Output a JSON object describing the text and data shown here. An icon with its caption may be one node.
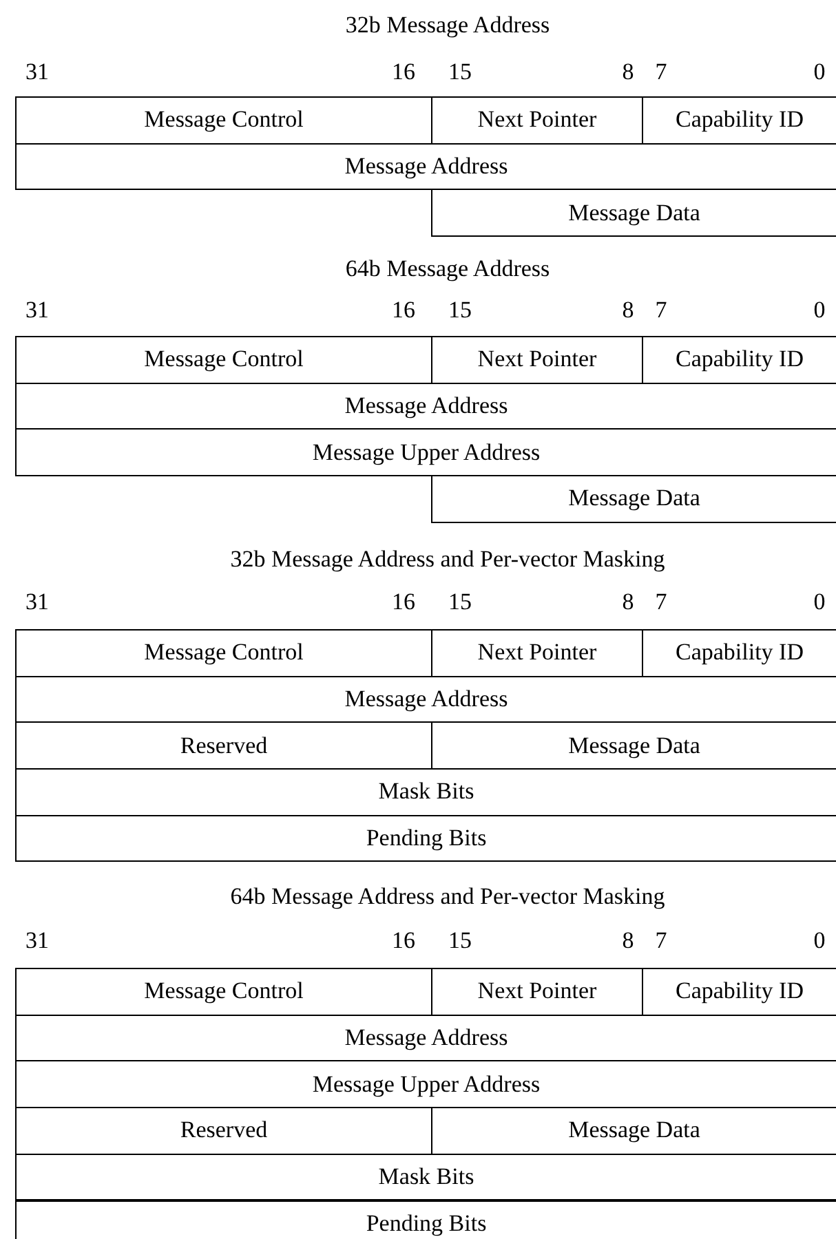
{
  "diagram": {
    "nodes": [
      {
        "text": [
          "Message Control"
        ]
      },
      {
        "text": [
          "Next Pointer"
        ]
      },
      {
        "text": [
          "Capability ID"
        ]
      },
      {
        "text": [
          "Message Address"
        ]
      },
      {
        "text": [
          "Message Data"
        ]
      },
      {
        "text": [
          "Message Control"
        ]
      },
      {
        "text": [
          "Next Pointer"
        ]
      },
      {
        "text": [
          "Capability ID"
        ]
      },
      {
        "text": [
          "Message Address"
        ]
      },
      {
        "text": [
          "Message Upper Address"
        ]
      },
      {
        "text": [
          "Message Data"
        ]
      },
      {
        "text": [
          "Message Control"
        ]
      },
      {
        "text": [
          "Next Pointer"
        ]
      },
      {
        "text": [
          "Capability ID"
        ]
      },
      {
        "text": [
          "Message Address"
        ]
      },
      {
        "text": [
          "Reserved"
        ]
      },
      {
        "text": [
          "Message Data"
        ]
      },
      {
        "text": [
          "Mask Bits"
        ]
      },
      {
        "text": [
          "Pending Bits"
        ]
      },
      {
        "text": [
          "Message Control"
        ]
      },
      {
        "text": [
          "Next Pointer"
        ]
      },
      {
        "text": [
          "Capability ID"
        ]
      },
      {
        "text": [
          "Message Address"
        ]
      },
      {
        "text": [
          "Message Upper Address"
        ]
      },
      {
        "text": [
          "Reserved"
        ]
      },
      {
        "text": [
          "Message Data"
        ]
      },
      {
        "text": [
          "Mask Bits"
        ]
      },
      {
        "text": [
          "Pending Bits"
        ]
      }
    ],
    "labels": [
      "32b Message Address",
      "31",
      "16",
      "15",
      "8",
      "7",
      "0",
      "64b Message Address",
      "31",
      "16",
      "15",
      "8",
      "7",
      "0",
      "32b Message Address and Per-vector Masking",
      "31",
      "16",
      "15",
      "8",
      "7",
      "0",
      "64b Message Address and Per-vector Masking",
      "31",
      "16",
      "15",
      "8",
      "7",
      "0"
    ]
  }
}
